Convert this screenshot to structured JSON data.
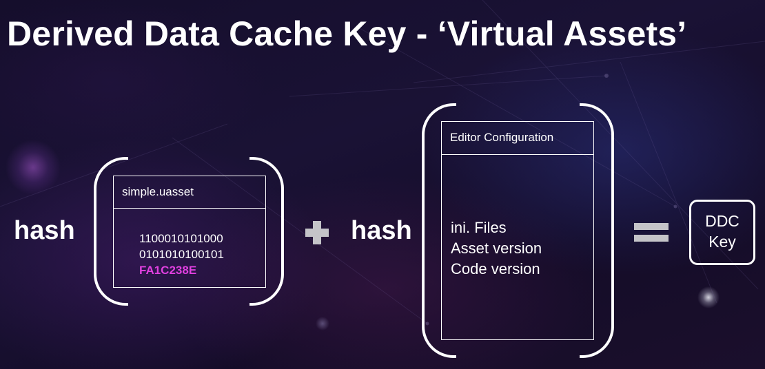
{
  "title": "Derived Data Cache Key - ‘Virtual Assets’",
  "left_group": {
    "hash_label": "hash",
    "box_title": "simple.uasset",
    "binary_lines": [
      "1100010101000",
      "0101010100101"
    ],
    "hash_value": "FA1C238E"
  },
  "right_group": {
    "hash_label": "hash",
    "box_title": "Editor Configuration",
    "items": [
      "ini. Files",
      "Asset version",
      "Code version"
    ]
  },
  "result": {
    "lines": [
      "DDC",
      "Key"
    ]
  },
  "colors": {
    "accent": "#e040e0",
    "operator": "#c4c4c8"
  }
}
